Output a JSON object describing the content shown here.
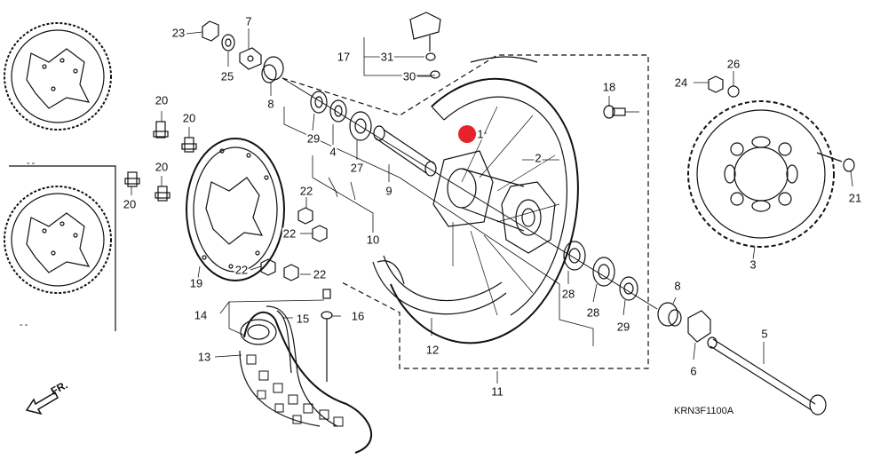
{
  "diagram": {
    "code": "KRN3F1100A",
    "front_label": "FR.",
    "inset_marks": [
      "--",
      "--"
    ],
    "marker_color": "#e8222a",
    "callouts": {
      "c1": "1",
      "c2": "2",
      "c3": "3",
      "c4": "4",
      "c5": "5",
      "c6": "6",
      "c7": "7",
      "c8a": "8",
      "c8b": "8",
      "c9": "9",
      "c10": "10",
      "c11": "11",
      "c12": "12",
      "c13": "13",
      "c14": "14",
      "c15": "15",
      "c16": "16",
      "c17": "17",
      "c18": "18",
      "c19": "19",
      "c20a": "20",
      "c20b": "20",
      "c20c": "20",
      "c20d": "20",
      "c21": "21",
      "c22a": "22",
      "c22b": "22",
      "c22c": "22",
      "c22d": "22",
      "c23": "23",
      "c24": "24",
      "c25": "25",
      "c26": "26",
      "c27": "27",
      "c28a": "28",
      "c28b": "28",
      "c29a": "29",
      "c29b": "29",
      "c30": "30",
      "c31": "31"
    },
    "icons": [
      "front-arrow-icon"
    ]
  }
}
